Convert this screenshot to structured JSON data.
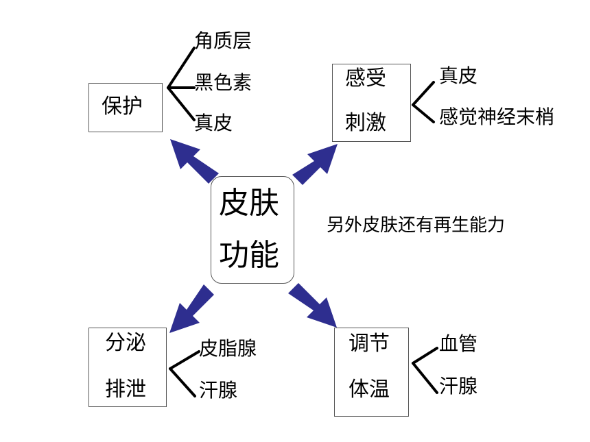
{
  "center": {
    "line1": "皮肤",
    "line2": "功能"
  },
  "protect": {
    "line1": "保护",
    "items": [
      "角质层",
      "黑色素",
      "真皮"
    ]
  },
  "sense": {
    "line1": "感受",
    "line2": "刺激",
    "items": [
      "真皮",
      "感觉神经末梢"
    ]
  },
  "excrete": {
    "line1": "分泌",
    "line2": "排泄",
    "items": [
      "皮脂腺",
      "汗腺"
    ]
  },
  "regulate": {
    "line1": "调节",
    "line2": "体温",
    "items": [
      "血管",
      "汗腺"
    ]
  },
  "note": "另外皮肤还有再生能力",
  "colors": {
    "arrow": "#2e2e8f",
    "line": "#000000",
    "border": "#555555"
  }
}
